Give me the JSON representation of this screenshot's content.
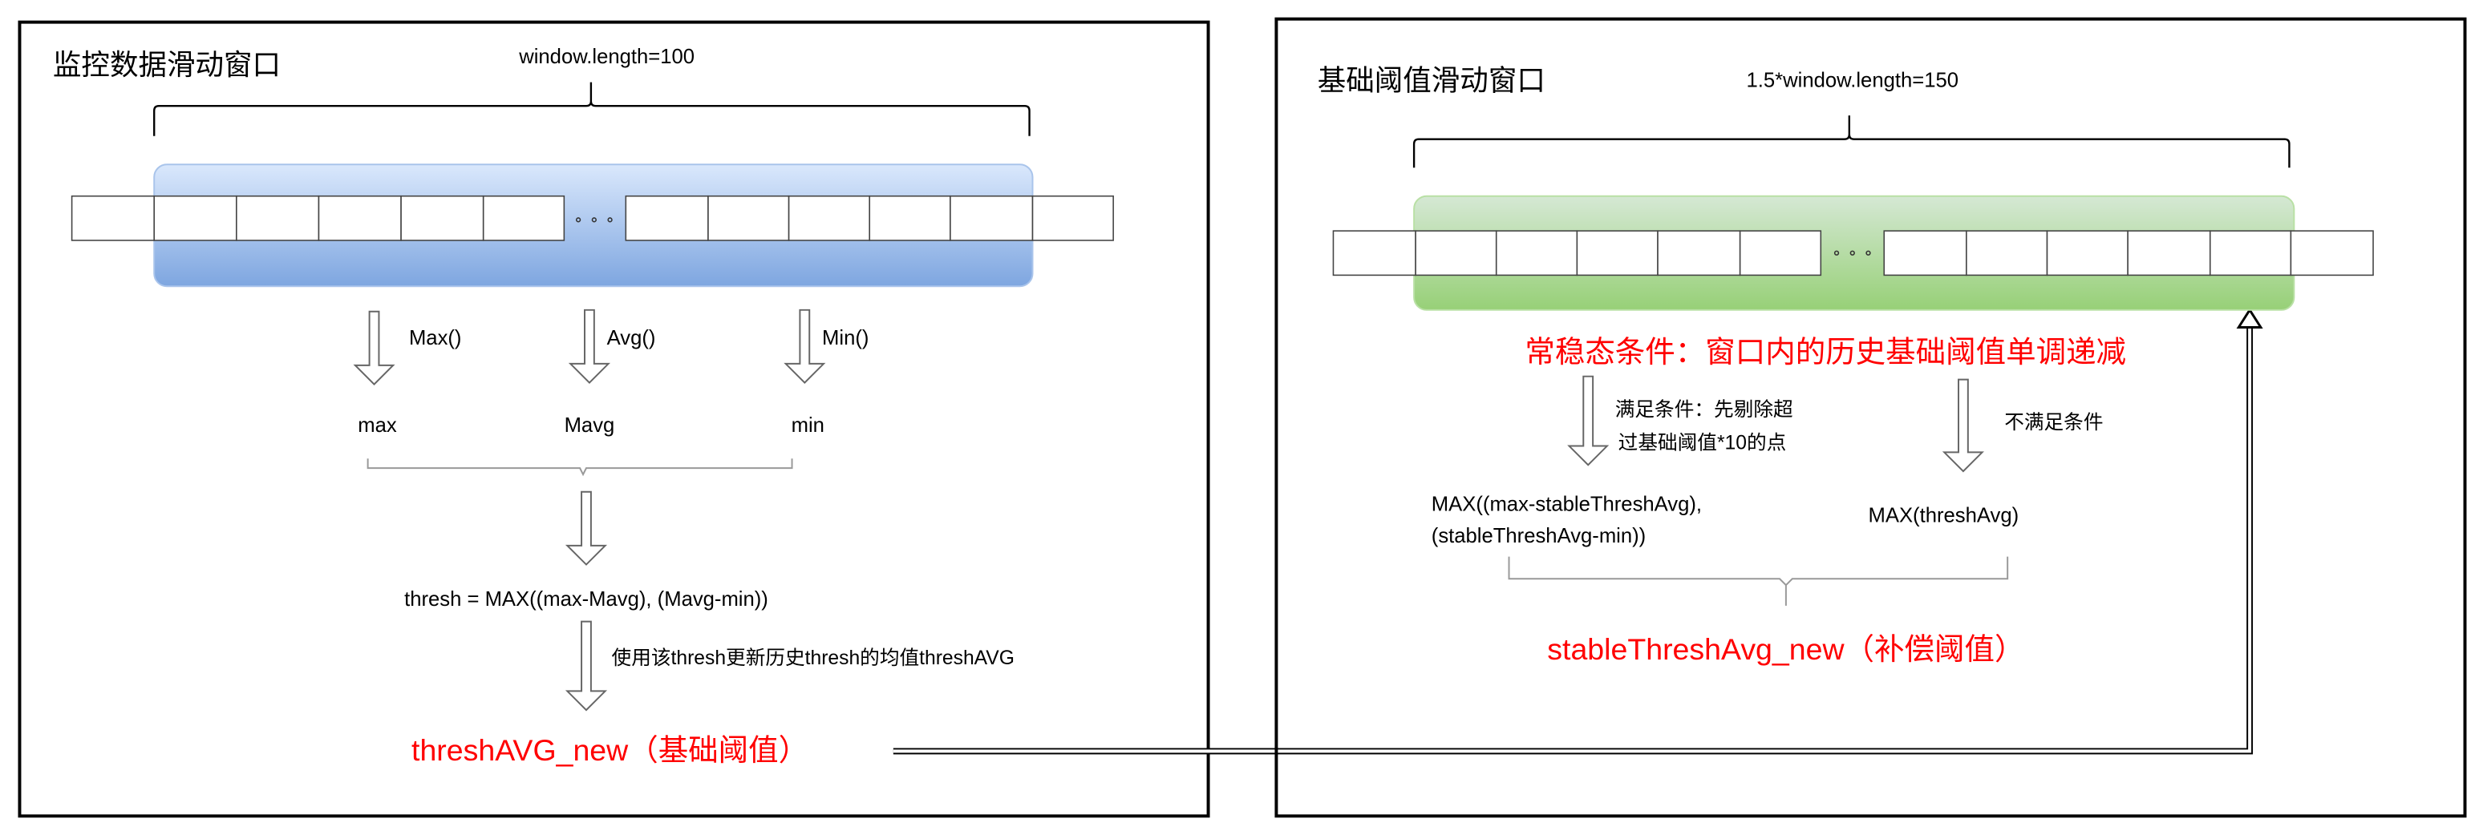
{
  "left_panel": {
    "title": "监控数据滑动窗口",
    "window_label": "window.length=100",
    "ops": [
      {
        "func": "Max()",
        "result": "max"
      },
      {
        "func": "Avg()",
        "result": "Mavg"
      },
      {
        "func": "Min()",
        "result": "min"
      }
    ],
    "formula": "thresh = MAX((max-Mavg), (Mavg-min))",
    "update_label": "使用该thresh更新历史thresh的均值threshAVG",
    "output": "threshAVG_new（基础阈值）"
  },
  "right_panel": {
    "title": "基础阈值滑动窗口",
    "window_label": "1.5*window.length=150",
    "condition": "常稳态条件：窗口内的历史基础阈值单调递减",
    "branch_yes_line1": "满足条件：先剔除超",
    "branch_yes_line2": "过基础阈值*10的点",
    "branch_no": "不满足条件",
    "yes_formula_line1": "MAX((max-stableThreshAvg),",
    "yes_formula_line2": "(stableThreshAvg-min))",
    "no_formula": "MAX(threshAvg)",
    "output": "stableThreshAvg_new（补偿阈值）"
  },
  "colors": {
    "output_text": "#ff0000",
    "blue_top": "#dae8fc",
    "blue_bottom": "#7ea6e0",
    "green_top": "#d5e8d4",
    "green_bottom": "#97d077"
  }
}
